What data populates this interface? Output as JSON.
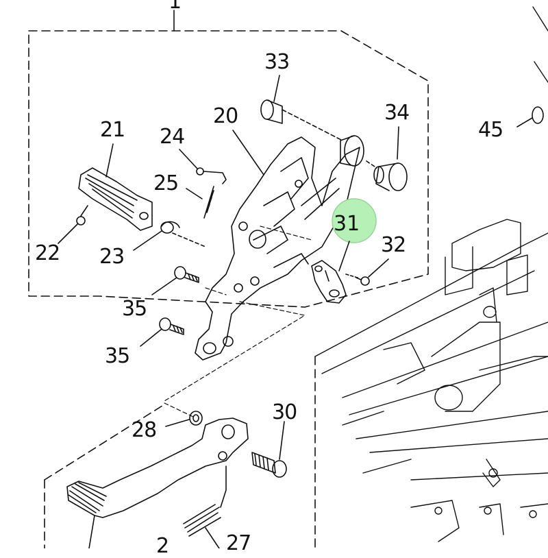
{
  "diagram": {
    "highlight_color": "#b6f0b6",
    "callouts": {
      "c1": "1",
      "c20": "20",
      "c21": "21",
      "c22": "22",
      "c23": "23",
      "c24": "24",
      "c25": "25",
      "c28": "28",
      "c30": "30",
      "c31": "31",
      "c32": "32",
      "c33": "33",
      "c34": "34",
      "c35a": "35",
      "c35b": "35",
      "c45": "45",
      "c27": "27",
      "c29": "2"
    }
  }
}
